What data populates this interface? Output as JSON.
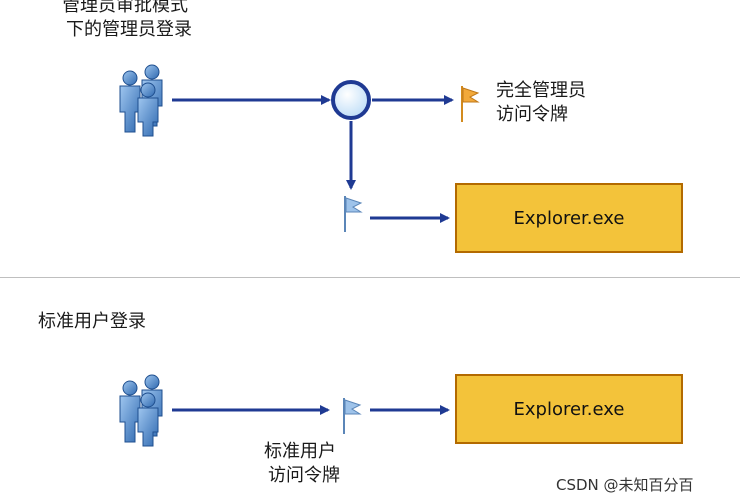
{
  "top_section": {
    "title_line1": "管理员审批模式",
    "title_line2": "下的管理员登录",
    "full_token_line1": "完全管理员",
    "full_token_line2": "访问令牌",
    "process_label": "Explorer.exe"
  },
  "bottom_section": {
    "title": "标准用户登录",
    "token_line1": "标准用户",
    "token_line2": "访问令牌",
    "process_label": "Explorer.exe"
  },
  "watermark": "CSDN @未知百分百",
  "colors": {
    "arrow": "#1f3a93",
    "process_fill": "#f3c33a",
    "process_border": "#b36a00",
    "full_token_flag": "#f2a93b",
    "filtered_token_flag": "#9ec3ea",
    "users_icon": "#4a86c5",
    "node_ring": "#1f3a93",
    "node_fill": "#cfe6fb"
  },
  "icons": {
    "users": "users-group-icon",
    "node": "split-node-icon",
    "full_token": "flag-icon",
    "filtered_token": "flag-icon"
  }
}
